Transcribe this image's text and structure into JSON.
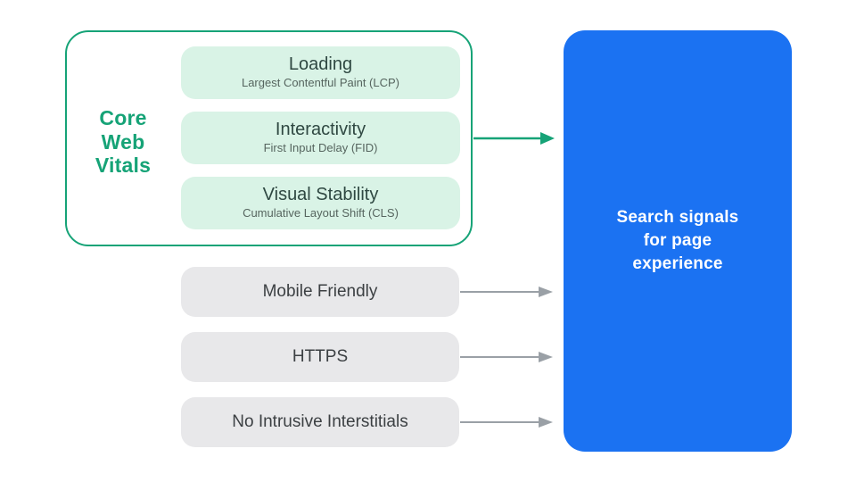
{
  "diagram": {
    "colors": {
      "green": "#16a377",
      "green_light": "#d9f3e6",
      "title_dark": "#2f4842",
      "subtitle_gray": "#56655f",
      "gray_pill": "#e8e8ea",
      "gray_text": "#3c4043",
      "arrow_gray": "#9aa0a6",
      "blue": "#1b72f2",
      "white_text": "#ffffff",
      "background": "#ffffff"
    },
    "core_web_vitals": {
      "group_label": "Core\nWeb\nVitals",
      "items": [
        {
          "title": "Loading",
          "subtitle": "Largest Contentful Paint (LCP)"
        },
        {
          "title": "Interactivity",
          "subtitle": "First Input Delay (FID)"
        },
        {
          "title": "Visual Stability",
          "subtitle": "Cumulative Layout Shift (CLS)"
        }
      ]
    },
    "other_signals": [
      {
        "label": "Mobile Friendly"
      },
      {
        "label": "HTTPS"
      },
      {
        "label": "No Intrusive Interstitials"
      }
    ],
    "target": {
      "label": "Search signals\nfor page\nexperience"
    }
  }
}
